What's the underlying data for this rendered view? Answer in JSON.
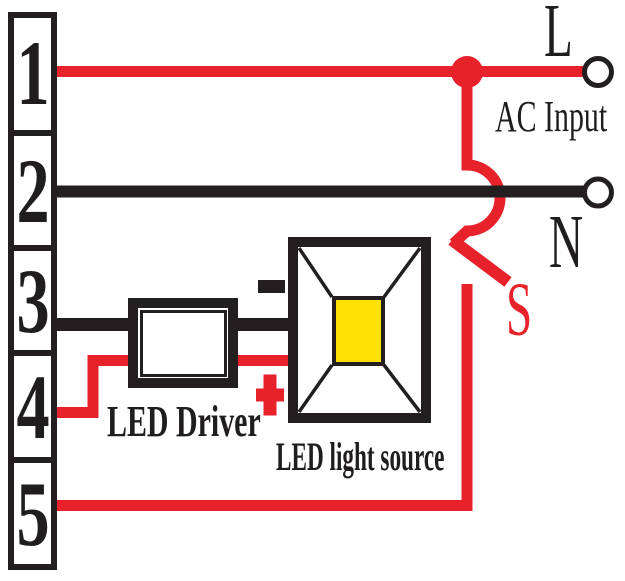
{
  "diagram": {
    "terminal_block": {
      "terminals": [
        {
          "label": "1"
        },
        {
          "label": "2"
        },
        {
          "label": "3"
        },
        {
          "label": "4"
        },
        {
          "label": "5"
        }
      ]
    },
    "ac": {
      "line_label": "L",
      "caption": "AC Input",
      "neutral_label": "N",
      "switch_label": "S"
    },
    "driver": {
      "label": "LED Driver"
    },
    "light_source": {
      "label": "LED light source",
      "negative_symbol": "-",
      "positive_symbol": "+"
    },
    "colors": {
      "live_wire": "#e8222b",
      "neutral_wire": "#231f20",
      "led_emitter": "#ffe103",
      "outline": "#231f20"
    }
  }
}
